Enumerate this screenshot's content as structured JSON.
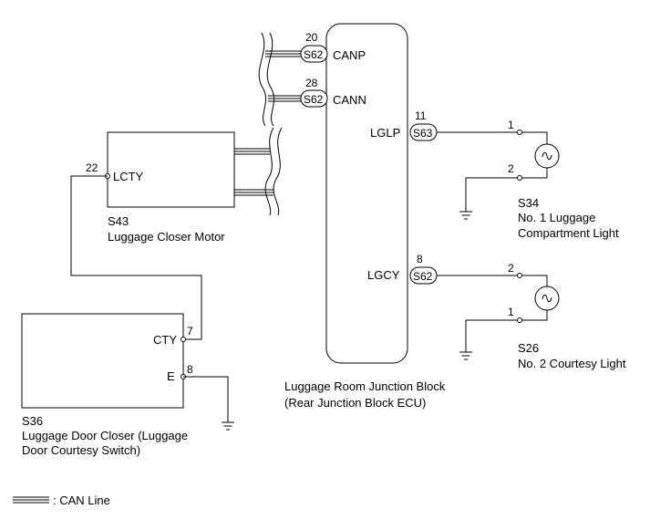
{
  "canp": {
    "pin": "20",
    "connector": "S62",
    "signal": "CANP"
  },
  "cann": {
    "pin": "28",
    "connector": "S62",
    "signal": "CANN"
  },
  "lglp": {
    "pin": "11",
    "connector": "S63",
    "signal": "LGLP"
  },
  "lgcy": {
    "pin": "8",
    "connector": "S62",
    "signal": "LGCY"
  },
  "ecu": {
    "line1": "Luggage Room Junction Block",
    "line2": "(Rear Junction Block ECU)"
  },
  "motor": {
    "code": "S43",
    "name": "Luggage Closer Motor",
    "pin": "22",
    "signal": "LCTY"
  },
  "closer": {
    "code": "S36",
    "name_line1": "Luggage Door Closer (Luggage",
    "name_line2": "Door Courtesy Switch)",
    "cty_signal": "CTY",
    "cty_pin": "7",
    "e_signal": "E",
    "e_pin": "8"
  },
  "light1": {
    "code": "S34",
    "name_line1": "No. 1 Luggage",
    "name_line2": "Compartment Light",
    "pin_a": "1",
    "pin_b": "2"
  },
  "light2": {
    "code": "S26",
    "name": "No. 2 Courtesy Light",
    "pin_a": "2",
    "pin_b": "1"
  },
  "legend": {
    "text": ": CAN Line"
  }
}
